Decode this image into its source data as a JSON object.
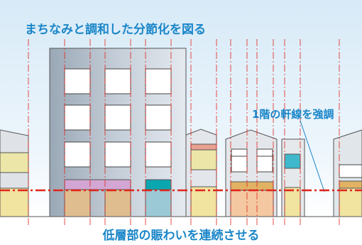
{
  "title": "まちなみと調和した分節化を図る",
  "eave_label": "1階の軒線を強調",
  "bottom_label": "低層部の賑わいを連続させる",
  "colors": {
    "accent_text": "#1a86c8",
    "eave_line": "#e0241b",
    "guide_line": "#e0241b",
    "sky_top": "#dfeef8",
    "sky_bottom": "#ffffff"
  }
}
